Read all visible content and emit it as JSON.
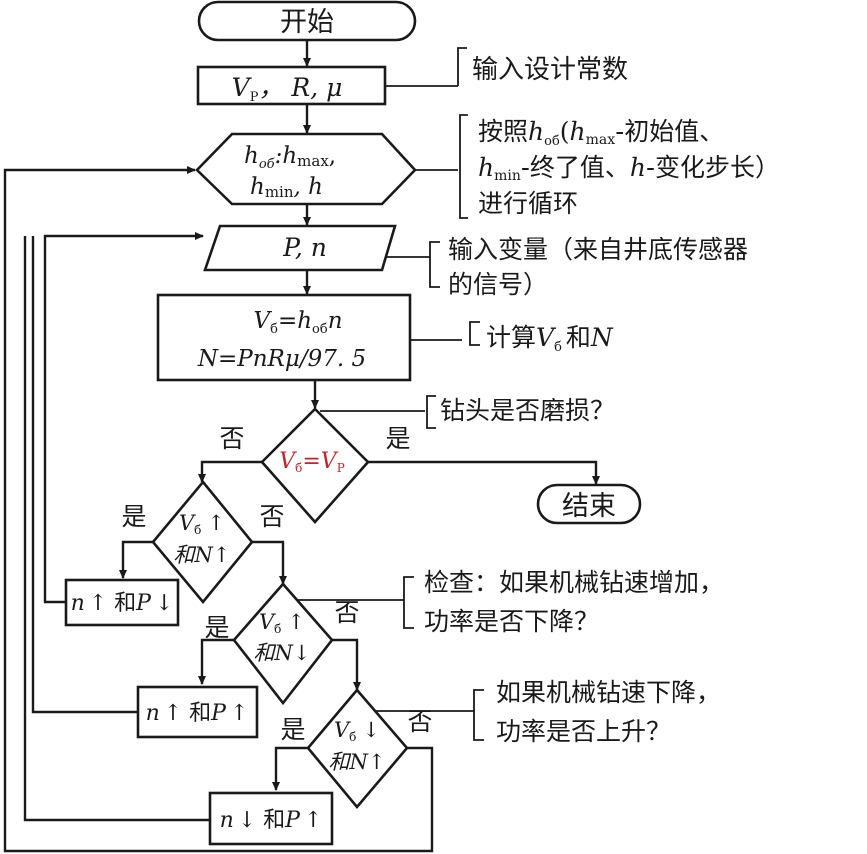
{
  "nodes": {
    "start": "开始",
    "input_const": {
      "vp": "V",
      "vp_sub": "P",
      "rest": "，  R, μ"
    },
    "loop": {
      "l1a": "h",
      "l1a_sub": "об",
      "l1b": ":h",
      "l1b_sub": "max",
      "l1c": ",",
      "l2a": "h",
      "l2a_sub": "min",
      "l2b": ", h"
    },
    "io": "P, n",
    "compute": {
      "l1a": "V",
      "l1a_sub": "б",
      "l1b": "=h",
      "l1b_sub": "об",
      "l1c": "n",
      "l2": "N=PnRμ/97. 5"
    },
    "dec1": {
      "a": "V",
      "a_sub": "б",
      "b": "=V",
      "b_sub": "P"
    },
    "end": "结束",
    "dec2": {
      "a": "V",
      "a_sub": "б",
      "b": "↑",
      "c": "和N",
      "d": "↑"
    },
    "dec3": {
      "a": "V",
      "a_sub": "б",
      "b": "↑",
      "c": "和N",
      "d": "↓"
    },
    "dec4": {
      "a": "V",
      "a_sub": "б",
      "b": "↓",
      "c": "和N",
      "d": "↑"
    },
    "act1": {
      "a": "n",
      "b": "↑ 和",
      "c": "P",
      "d": "↓"
    },
    "act2": {
      "a": "n",
      "b": "↑ 和",
      "c": "P",
      "d": "↑"
    },
    "act3": {
      "a": "n",
      "b": "↓ 和",
      "c": "P",
      "d": "↑"
    }
  },
  "labels": {
    "no1": "否",
    "yes1": "是",
    "yes2": "是",
    "no2": "否",
    "yes3": "是",
    "no3": "否",
    "yes4": "是",
    "no4": "否"
  },
  "notes": {
    "n1": "输入设计常数",
    "n2_l1_a": "按照",
    "n2_l1_h": "h",
    "n2_l1_hsub": "об",
    "n2_l1_b": "(",
    "n2_l1_c": "h",
    "n2_l1_csub": "max",
    "n2_l1_d": "-初始值、",
    "n2_l2_a": "h",
    "n2_l2_asub": "min",
    "n2_l2_b": "-终了值、",
    "n2_l2_c": "h",
    "n2_l2_d": "-变化步长）",
    "n2_l3": "进行循环",
    "n3_l1": "输入变量（来自井底传感器",
    "n3_l2": "的信号）",
    "n4_a": "计算",
    "n4_b": "V",
    "n4_bsub": "б",
    "n4_c": "和",
    "n4_d": "N",
    "n5": "钻头是否磨损？",
    "n6_l1": "检查：如果机械钻速增加，",
    "n6_l2": "功率是否下降？",
    "n7_l1": "如果机械钻速下降，",
    "n7_l2": "功率是否上升？"
  },
  "colors": {
    "line": "#1a1a1a",
    "accent": "#c0262d"
  }
}
